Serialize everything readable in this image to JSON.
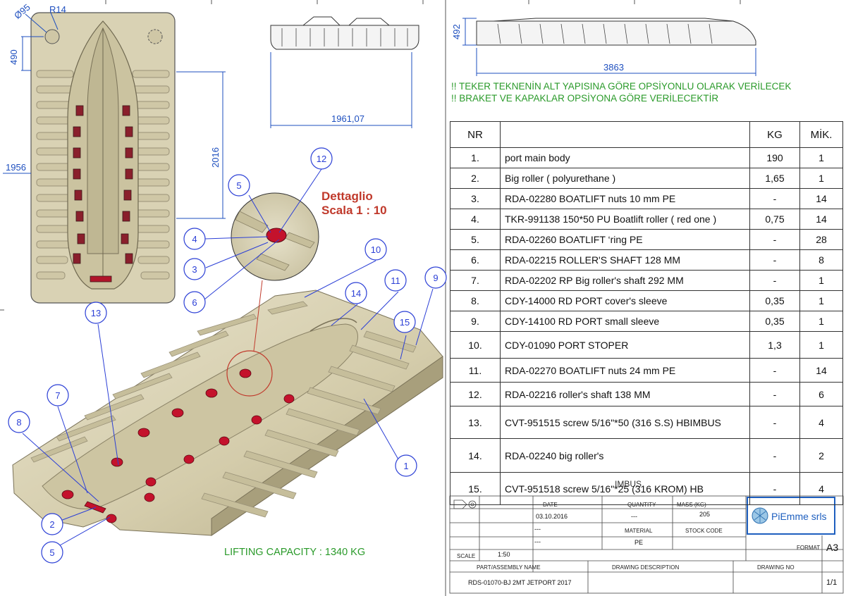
{
  "dimensions": {
    "d_diameter": "Ø95",
    "d_radius": "R14",
    "d_490": "490",
    "d_1956": "1956",
    "d_2016": "2016",
    "d_1961": "1961,07",
    "d_492": "492",
    "d_3863": "3863"
  },
  "notes": {
    "line1": "!! TEKER TEKNENİN ALT YAPISINA GÖRE OPSİYONLU OLARAK VERİLECEK",
    "line2": "!! BRAKET VE KAPAKLAR OPSİYONA GÖRE VERİLECEKTİR"
  },
  "detail": {
    "line1": "Dettaglio",
    "line2": "Scala 1 : 10"
  },
  "lifting_capacity": "LIFTING CAPACITY : 1340 KG",
  "balloons": [
    "1",
    "2",
    "3",
    "4",
    "5",
    "5",
    "6",
    "7",
    "8",
    "9",
    "10",
    "11",
    "12",
    "13",
    "14",
    "15"
  ],
  "parts_table": {
    "headers": {
      "nr": "NR",
      "description": "",
      "kg": "KG",
      "qty": "MİK."
    },
    "rows": [
      {
        "nr": "1.",
        "description": "port main body",
        "kg": "190",
        "qty": "1"
      },
      {
        "nr": "2.",
        "description": "Big roller ( polyurethane )",
        "kg": "1,65",
        "qty": "1"
      },
      {
        "nr": "3.",
        "description": "RDA-02280 BOATLIFT nuts 10 mm PE",
        "kg": "-",
        "qty": "14"
      },
      {
        "nr": "4.",
        "description": "TKR-991138 150*50 PU Boatlift roller ( red one )",
        "kg": "0,75",
        "qty": "14"
      },
      {
        "nr": "5.",
        "description": "RDA-02260 BOATLIFT ‘ring PE",
        "kg": "-",
        "qty": "28"
      },
      {
        "nr": "6.",
        "description": "RDA-02215 ROLLER'S SHAFT 128 MM",
        "kg": "-",
        "qty": "8"
      },
      {
        "nr": "7.",
        "description": "RDA-02202 RP Big roller's shaft  292 MM",
        "kg": "-",
        "qty": "1"
      },
      {
        "nr": "8.",
        "description": "CDY-14000 RD PORT cover's sleeve",
        "kg": "0,35",
        "qty": "1"
      },
      {
        "nr": "9.",
        "description": "CDY-14100 RD PORT small sleeve",
        "kg": "0,35",
        "qty": "1"
      },
      {
        "nr": "10.",
        "description": "CDY-01090 PORT STOPER",
        "kg": "1,3",
        "qty": "1"
      },
      {
        "nr": "11.",
        "description": "RDA-02270 BOATLIFT nuts 24 mm PE",
        "kg": "-",
        "qty": "14"
      },
      {
        "nr": "12.",
        "description": "RDA-02216  roller's shaft 138 MM",
        "kg": "-",
        "qty": "6"
      },
      {
        "nr": "13.",
        "description": "CVT-951515 screw 5/16\"*50 (316 S.S) HBIMBUS",
        "kg": "-",
        "qty": "4"
      },
      {
        "nr": "14.",
        "description": "RDA-02240 big roller's",
        "kg": "-",
        "qty": "2"
      },
      {
        "nr": "15.",
        "description": "CVT-951518 screw  5/16\"*25 (316 KROM) HB",
        "kg": "-",
        "qty": "4"
      }
    ]
  },
  "title_block": {
    "date_label": "DATE",
    "date_value": "03.10.2016",
    "quantity_label": "QUANTITY",
    "quantity_value": "---",
    "mass_label": "MASS (KG)",
    "mass_value": "205",
    "stock_code_label": "STOCK CODE",
    "material_label": "MATERIAL",
    "material_value": "PE",
    "dash1": "---",
    "dash2": "---",
    "scale_label": "SCALE",
    "scale_value": "1:50",
    "format_label": "FORMAT",
    "format_value": "A3",
    "part_name_label": "PART/ASSEMBLY NAME",
    "part_name_value": "RDS-01070-BJ 2MT JETPORT 2017",
    "description_label": "DRAWING DESCRIPTION",
    "drawing_no_label": "DRAWING NO",
    "sheet_value": "1/1",
    "logo_text": "PiEmme srls",
    "overlap_text": "IMBUS"
  },
  "colors": {
    "dimension": "#1e4fbf",
    "balloon": "#2b3fd6",
    "note_green": "#2a9a2a",
    "detail_red": "#c0392b",
    "dock_body": "#d6cfb3",
    "roller_red": "#c4122c"
  }
}
